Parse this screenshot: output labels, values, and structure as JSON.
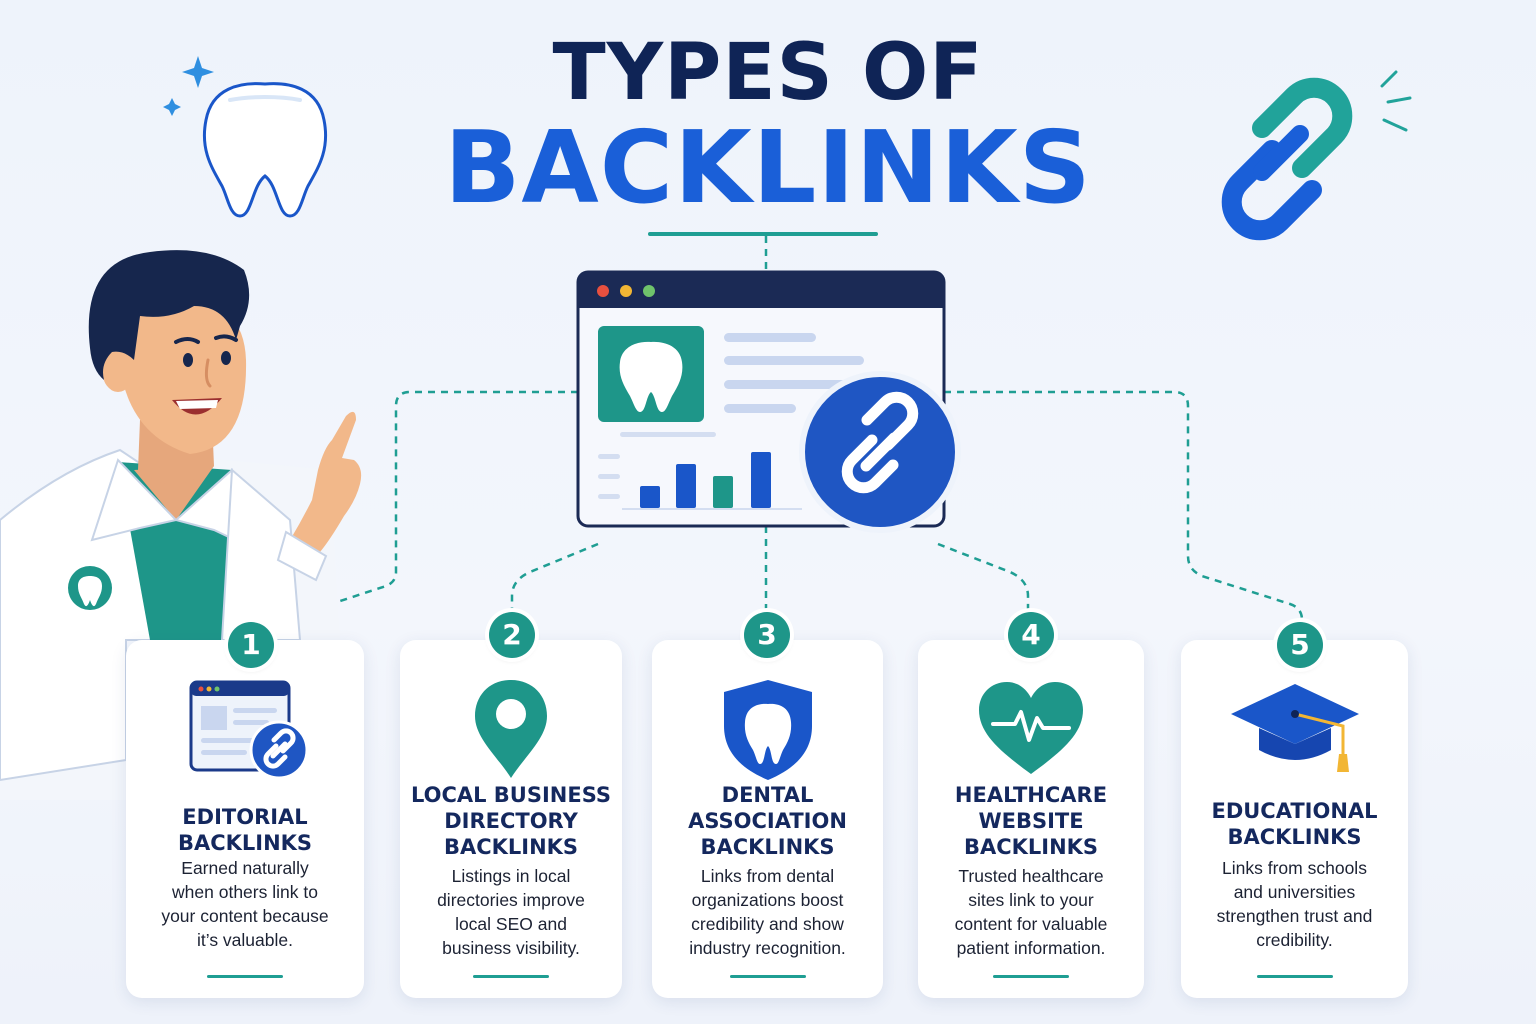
{
  "title": {
    "line1": "TYPES OF",
    "line2": "BACKLINKS"
  },
  "colors": {
    "navy": "#0f2456",
    "blue": "#1a5fd8",
    "teal": "#1e9689"
  },
  "hub": {
    "icon": "browser-window-with-link-icon"
  },
  "cards": [
    {
      "number": "1",
      "icon": "browser-link-icon",
      "title": [
        "EDITORIAL",
        "BACKLINKS"
      ],
      "desc": [
        "Earned naturally",
        "when others link to",
        "your content because",
        "it’s valuable."
      ]
    },
    {
      "number": "2",
      "icon": "map-pin-icon",
      "title": [
        "LOCAL BUSINESS",
        "DIRECTORY",
        "BACKLINKS"
      ],
      "desc": [
        "Listings in local",
        "directories improve",
        "local SEO and",
        "business visibility."
      ]
    },
    {
      "number": "3",
      "icon": "tooth-shield-icon",
      "title": [
        "DENTAL",
        "ASSOCIATION",
        "BACKLINKS"
      ],
      "desc": [
        "Links from dental",
        "organizations boost",
        "credibility and show",
        "industry recognition."
      ]
    },
    {
      "number": "4",
      "icon": "heart-pulse-icon",
      "title": [
        "HEALTHCARE",
        "WEBSITE",
        "BACKLINKS"
      ],
      "desc": [
        "Trusted healthcare",
        "sites link to your",
        "content for valuable",
        "patient information."
      ]
    },
    {
      "number": "5",
      "icon": "graduation-cap-icon",
      "title": [
        "EDUCATIONAL",
        "BACKLINKS"
      ],
      "desc": [
        "Links from schools",
        "and universities",
        "strengthen trust and",
        "credibility."
      ]
    }
  ]
}
